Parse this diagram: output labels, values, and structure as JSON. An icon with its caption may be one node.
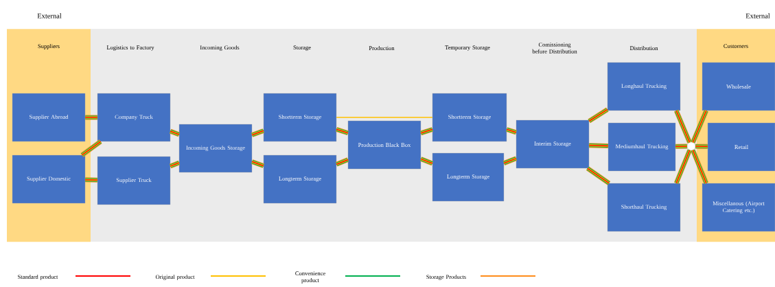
{
  "diagram": {
    "nodes": [
      {
        "text": [
          "Suppliers"
        ],
        "beside": [
          "External"
        ]
      },
      {
        "text": [
          "Supplier Abroad"
        ],
        "in": 0
      },
      {
        "text": [
          "Supplier Domestic"
        ],
        "in": 0
      },
      {
        "text": [
          "Company Truck"
        ]
      },
      {
        "text": [
          "Supplier Truck"
        ]
      },
      {
        "text": [
          "Incoming Goods Storage"
        ]
      },
      {
        "text": [
          "Shortterm Storage"
        ]
      },
      {
        "text": [
          "Longterm Storage"
        ]
      },
      {
        "text": [
          "Production Black Box"
        ]
      },
      {
        "text": [
          "Shortterm Storage"
        ]
      },
      {
        "text": [
          "Longterm Storage"
        ]
      },
      {
        "text": [
          "Interim Storage"
        ]
      },
      {
        "text": [
          "Longhaul Trucking"
        ]
      },
      {
        "text": [
          "Mediumhaul Trucking"
        ]
      },
      {
        "text": [
          "Shorthaul Trucking"
        ]
      },
      {
        "text": [],
        "shape": "circle"
      },
      {
        "text": [
          "Customers"
        ],
        "beside": [
          "External"
        ]
      },
      {
        "text": [
          "Wholesale"
        ],
        "in": 16
      },
      {
        "text": [
          "Retail"
        ],
        "in": 16
      },
      {
        "text": [
          "Miscellanous (Airport Catering etc.)"
        ],
        "in": 16
      }
    ],
    "edges": [
      {
        "from": 1,
        "to": 3,
        "arrow": "none"
      },
      {
        "from": 2,
        "to": 3,
        "arrow": "none"
      },
      {
        "from": 2,
        "to": 4,
        "arrow": "none"
      },
      {
        "from": 3,
        "to": 5,
        "arrow": "none"
      },
      {
        "from": 4,
        "to": 5,
        "arrow": "none"
      },
      {
        "from": 5,
        "to": 6,
        "arrow": "none"
      },
      {
        "from": 5,
        "to": 7,
        "arrow": "none"
      },
      {
        "from": 6,
        "to": 8,
        "arrow": "none"
      },
      {
        "from": 7,
        "to": 8,
        "arrow": "none"
      },
      {
        "from": 6,
        "to": 9,
        "arrow": "none",
        "color": "#ffc000"
      },
      {
        "from": 8,
        "to": 9,
        "arrow": "none"
      },
      {
        "from": 8,
        "to": 10,
        "arrow": "none"
      },
      {
        "from": 9,
        "to": 11,
        "arrow": "none"
      },
      {
        "from": 10,
        "to": 11,
        "arrow": "none"
      },
      {
        "from": 11,
        "to": 12,
        "arrow": "none"
      },
      {
        "from": 11,
        "to": 13,
        "arrow": "none"
      },
      {
        "from": 11,
        "to": 14,
        "arrow": "none"
      },
      {
        "from": 12,
        "to": 15,
        "arrow": "none"
      },
      {
        "from": 13,
        "to": 15,
        "arrow": "none"
      },
      {
        "from": 14,
        "to": 15,
        "arrow": "none"
      },
      {
        "from": 15,
        "to": 17,
        "arrow": "none"
      },
      {
        "from": 15,
        "to": 18,
        "arrow": "none"
      },
      {
        "from": 15,
        "to": 19,
        "arrow": "none"
      }
    ],
    "labels": [
      "Logistics to Factory",
      "Incoming Goods",
      "Storage",
      "Production",
      "Temporary Storage",
      "Comissioning before Distribution",
      "Distribution"
    ],
    "legend": [
      {
        "text": "Standard product"
      },
      {
        "text": "Original product"
      },
      {
        "text": "Convenience product"
      },
      {
        "text": "Storage Products"
      }
    ]
  }
}
